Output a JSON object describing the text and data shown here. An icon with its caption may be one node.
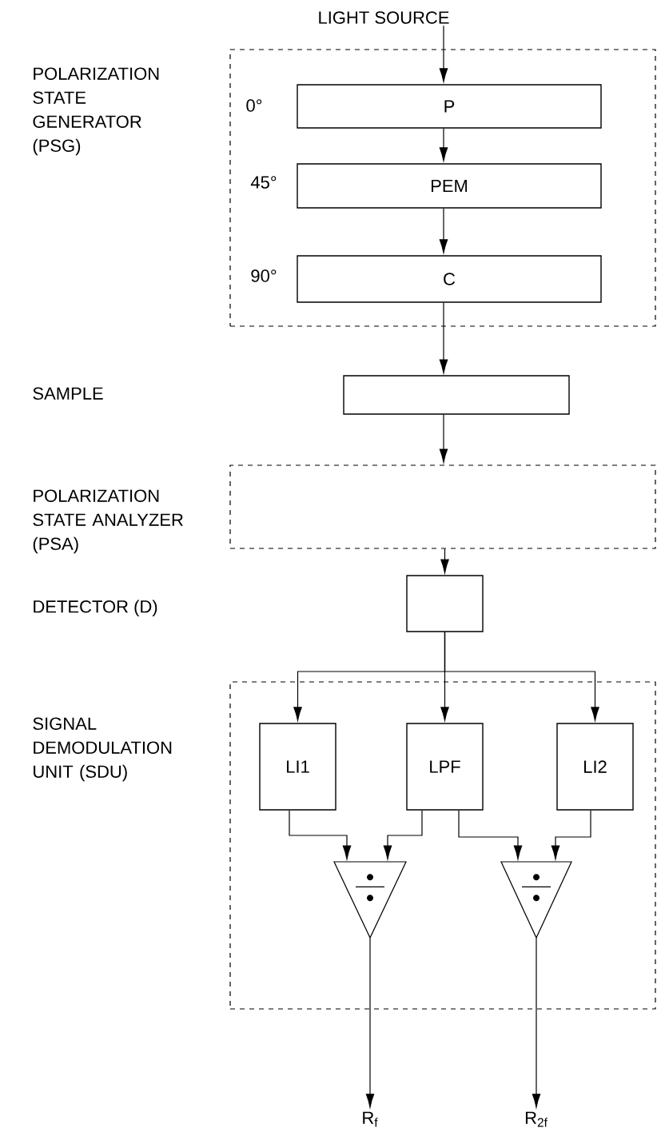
{
  "diagram": {
    "nodes": [
      {
        "text": [
          "LIGHT SOURCE"
        ]
      },
      {
        "text": [
          "POLARIZATION STATE GENERATOR (PSG)"
        ]
      },
      {
        "text": [
          "P"
        ],
        "in": 1,
        "beside": [
          "0°"
        ]
      },
      {
        "text": [
          "PEM"
        ],
        "in": 1,
        "beside": [
          "45°"
        ]
      },
      {
        "text": [
          "C"
        ],
        "in": 1,
        "beside": [
          "90°"
        ]
      },
      {
        "text": [],
        "shape": "box"
      },
      {
        "text": [
          "POLARIZATION STATE ANALYZER (PSA)"
        ]
      },
      {
        "text": [],
        "shape": "box"
      },
      {
        "text": [
          "SIGNAL DEMODULATION UNIT (SDU)"
        ]
      },
      {
        "text": [
          "LI1"
        ],
        "in": 8
      },
      {
        "text": [
          "LPF"
        ],
        "in": 8
      },
      {
        "text": [
          "LI2"
        ],
        "in": 8
      },
      {
        "text": [],
        "shape": "triangle",
        "in": 8
      },
      {
        "text": [],
        "shape": "triangle",
        "in": 8
      },
      {
        "text": [
          "R$_{f}$"
        ]
      },
      {
        "text": [
          "R$_{2f}$"
        ]
      }
    ],
    "edges": [
      {
        "from": 0,
        "to": 2,
        "arrow": "to"
      },
      {
        "from": 2,
        "to": 3,
        "arrow": "to"
      },
      {
        "from": 3,
        "to": 4,
        "arrow": "to"
      },
      {
        "from": 4,
        "to": 5,
        "arrow": "to"
      },
      {
        "from": 5,
        "to": 6,
        "arrow": "to"
      },
      {
        "from": 6,
        "to": 7,
        "arrow": "to"
      },
      {
        "from": 7,
        "to": 9,
        "arrow": "to"
      },
      {
        "from": 7,
        "to": 10,
        "arrow": "to"
      },
      {
        "from": 7,
        "to": 11,
        "arrow": "to"
      },
      {
        "from": 9,
        "to": 12,
        "arrow": "to"
      },
      {
        "from": 10,
        "to": 12,
        "arrow": "to"
      },
      {
        "from": 10,
        "to": 13,
        "arrow": "to"
      },
      {
        "from": 11,
        "to": 13,
        "arrow": "to"
      },
      {
        "from": 12,
        "to": 14,
        "arrow": "to"
      },
      {
        "from": 13,
        "to": 15,
        "arrow": "to"
      }
    ],
    "labels": [
      "SAMPLE",
      "DETECTOR (D)"
    ]
  }
}
